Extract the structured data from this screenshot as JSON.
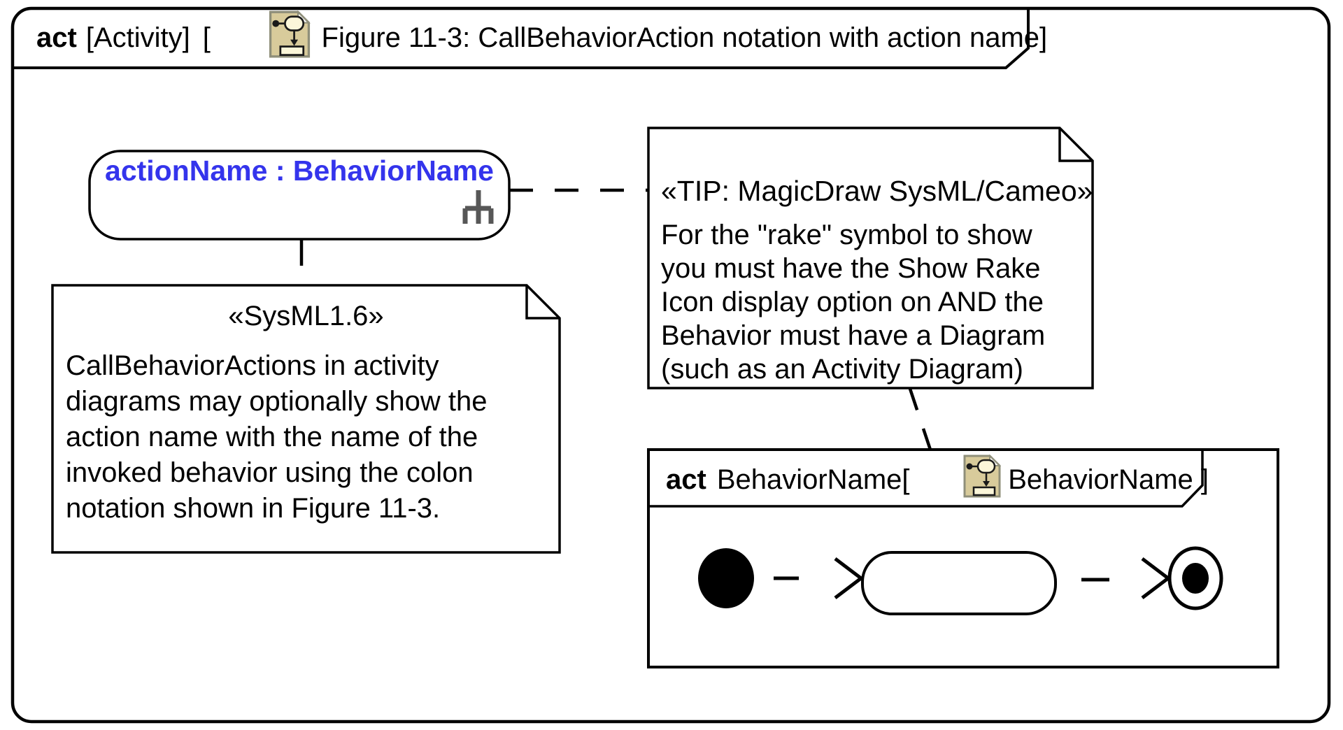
{
  "frame": {
    "keyword": "act",
    "type_label": "[Activity]",
    "open_bracket": "[",
    "title": "Figure 11-3: CallBehaviorAction notation with action name]"
  },
  "action_node": {
    "label": "actionName : BehaviorName"
  },
  "sysml_note": {
    "stereotype": "«SysML1.6»",
    "body": "CallBehaviorActions in activity\ndiagrams may optionally show the\naction name with the name of the\ninvoked behavior using the colon\nnotation shown in Figure 11-3."
  },
  "tip_note": {
    "stereotype": "«TIP: MagicDraw SysML/Cameo»",
    "body": "For the \"rake\" symbol to show\nyou must have the Show Rake\nIcon display option on AND the\nBehavior must have a Diagram\n(such as an Activity Diagram)"
  },
  "inner_frame": {
    "keyword": "act",
    "name_part": "BehaviorName[",
    "closing_part": "BehaviorName ]"
  },
  "icons": {
    "activity_icon": "activity-diagram-icon",
    "rake_icon": "rake-icon"
  },
  "colors": {
    "action_name_blue": "#3434EC",
    "rake_gray": "#575757",
    "icon_tan": "#D8CB9B",
    "icon_pale_yellow": "#FBF6D9",
    "icon_border_gray": "#8F8F7A",
    "stroke_black": "#000000"
  }
}
